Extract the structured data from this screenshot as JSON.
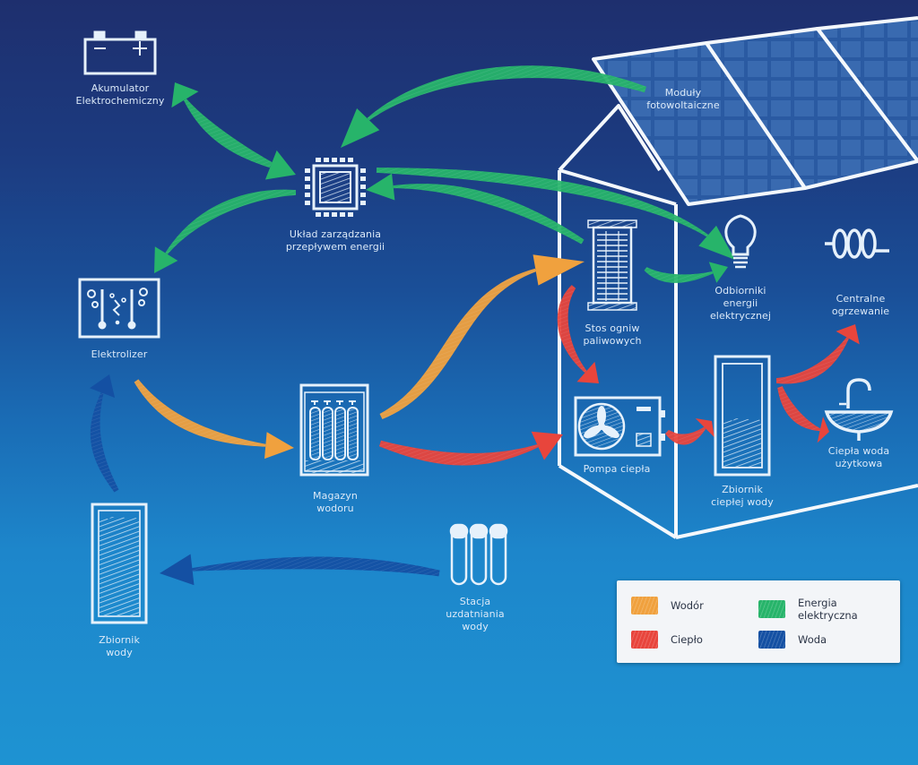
{
  "title": "Hydrogen energy system diagram",
  "colors": {
    "hydrogen": "#f0a13e",
    "heat": "#e8453c",
    "electricity": "#27b46a",
    "water": "#1450a3",
    "chalk": "#e6f1fb",
    "background_top": "#1e2f6e",
    "background_bottom": "#1e93d2"
  },
  "nodes": {
    "battery": {
      "icon": "battery-icon",
      "lines": [
        "Akumulator",
        "Elektrochemiczny"
      ]
    },
    "controller": {
      "icon": "chip-icon",
      "lines": [
        "Układ zarządzania",
        "przepływem energii"
      ]
    },
    "pv": {
      "icon": "solar-panel-icon",
      "lines": [
        "Moduły",
        "fotowoltaiczne"
      ]
    },
    "electrolyzer": {
      "icon": "electrolyzer-icon",
      "lines": [
        "Elektrolizer"
      ]
    },
    "fuel_cell": {
      "icon": "fuel-cell-stack-icon",
      "lines": [
        "Stos ogniw",
        "paliwowych"
      ]
    },
    "consumers": {
      "icon": "lightbulb-icon",
      "lines": [
        "Odbiorniki",
        "energii",
        "elektrycznej"
      ]
    },
    "heating": {
      "icon": "heating-coil-icon",
      "lines": [
        "Centralne",
        "ogrzewanie"
      ]
    },
    "h2_storage": {
      "icon": "gas-cylinders-icon",
      "lines": [
        "Magazyn",
        "wodoru"
      ]
    },
    "heat_pump": {
      "icon": "heat-pump-fan-icon",
      "lines": [
        "Pompa ciepła"
      ]
    },
    "hot_tank": {
      "icon": "hot-water-tank-icon",
      "lines": [
        "Zbiornik",
        "ciepłej wody"
      ]
    },
    "hot_water": {
      "icon": "sink-faucet-icon",
      "lines": [
        "Ciepła woda",
        "użytkowa"
      ]
    },
    "water_station": {
      "icon": "water-treatment-tubes-icon",
      "lines": [
        "Stacja",
        "uzdatniania",
        "wody"
      ]
    },
    "water_tank": {
      "icon": "water-tank-icon",
      "lines": [
        "Zbiornik",
        "wody"
      ]
    }
  },
  "flows": [
    {
      "from": "Moduły fotowoltaiczne",
      "to": "Układ zarządzania przepływem energii",
      "type": "electricity"
    },
    {
      "from": "Układ zarządzania przepływem energii",
      "to": "Akumulator Elektrochemiczny",
      "type": "electricity",
      "bidirectional": true
    },
    {
      "from": "Układ zarządzania przepływem energii",
      "to": "Elektrolizer",
      "type": "electricity"
    },
    {
      "from": "Układ zarządzania przepływem energii",
      "to": "Odbiorniki energii elektrycznej",
      "type": "electricity"
    },
    {
      "from": "Stos ogniw paliwowych",
      "to": "Układ zarządzania przepływem energii",
      "type": "electricity"
    },
    {
      "from": "Stos ogniw paliwowych",
      "to": "Odbiorniki energii elektrycznej",
      "type": "electricity"
    },
    {
      "from": "Elektrolizer",
      "to": "Magazyn wodoru",
      "type": "hydrogen"
    },
    {
      "from": "Magazyn wodoru",
      "to": "Stos ogniw paliwowych",
      "type": "hydrogen"
    },
    {
      "from": "Magazyn wodoru",
      "to": "Pompa ciepła",
      "type": "heat"
    },
    {
      "from": "Stos ogniw paliwowych",
      "to": "Pompa ciepła",
      "type": "heat"
    },
    {
      "from": "Pompa ciepła",
      "to": "Zbiornik ciepłej wody",
      "type": "heat"
    },
    {
      "from": "Zbiornik ciepłej wody",
      "to": "Centralne ogrzewanie",
      "type": "heat"
    },
    {
      "from": "Zbiornik ciepłej wody",
      "to": "Ciepła woda użytkowa",
      "type": "heat"
    },
    {
      "from": "Stacja uzdatniania wody",
      "to": "Zbiornik wody",
      "type": "water"
    },
    {
      "from": "Zbiornik wody",
      "to": "Elektrolizer",
      "type": "water"
    }
  ],
  "legend": {
    "items": [
      {
        "key": "hydrogen",
        "label": "Wodór"
      },
      {
        "key": "electricity",
        "label": "Energia elektryczna"
      },
      {
        "key": "heat",
        "label": "Ciepło"
      },
      {
        "key": "water",
        "label": "Woda"
      }
    ]
  }
}
